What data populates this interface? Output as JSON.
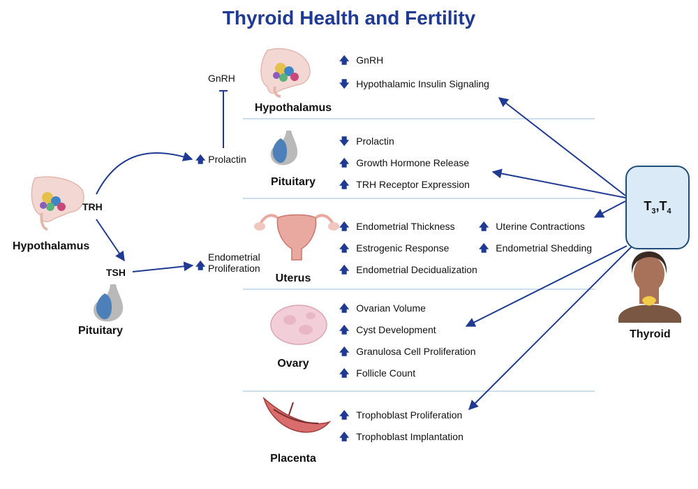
{
  "title": "Thyroid Health and Fertility",
  "left": {
    "hypothalamus": "Hypothalamus",
    "trh": "TRH",
    "tsh": "TSH",
    "pituitary": "Pituitary",
    "gnrh": "GnRH",
    "prolactin": "Prolactin",
    "endometrial_proliferation": [
      "Endometrial",
      "Proliferation"
    ]
  },
  "thyroid_box": {
    "t": "T",
    "sub3": "3",
    "comma": ",",
    "t2": "T",
    "sub4": "4"
  },
  "thyroid_label": "Thyroid",
  "organs": [
    {
      "name": "Hypothalamus",
      "effects": [
        {
          "dir": "up",
          "text": "GnRH"
        },
        {
          "dir": "down",
          "text": "Hypothalamic Insulin Signaling"
        }
      ]
    },
    {
      "name": "Pituitary",
      "effects": [
        {
          "dir": "down",
          "text": "Prolactin"
        },
        {
          "dir": "up",
          "text": "Growth Hormone Release"
        },
        {
          "dir": "up",
          "text": "TRH Receptor Expression"
        }
      ]
    },
    {
      "name": "Uterus",
      "effects": [
        {
          "dir": "up",
          "text": "Endometrial Thickness"
        },
        {
          "dir": "up",
          "text": "Estrogenic Response"
        },
        {
          "dir": "up",
          "text": "Endometrial Decidualization"
        }
      ],
      "effects2": [
        {
          "dir": "up",
          "text": "Uterine Contractions"
        },
        {
          "dir": "up",
          "text": "Endometrial Shedding"
        }
      ]
    },
    {
      "name": "Ovary",
      "effects": [
        {
          "dir": "up",
          "text": "Ovarian Volume"
        },
        {
          "dir": "up",
          "text": "Cyst Development"
        },
        {
          "dir": "up",
          "text": "Granulosa Cell Proliferation"
        },
        {
          "dir": "up",
          "text": "Follicle Count"
        }
      ]
    },
    {
      "name": "Placenta",
      "effects": [
        {
          "dir": "up",
          "text": "Trophoblast Proliferation"
        },
        {
          "dir": "up",
          "text": "Trophoblast Implantation"
        }
      ]
    }
  ],
  "colors": {
    "arrow": "#1f3a93",
    "title": "#1f3a93",
    "divider": "#bcd3ea"
  }
}
